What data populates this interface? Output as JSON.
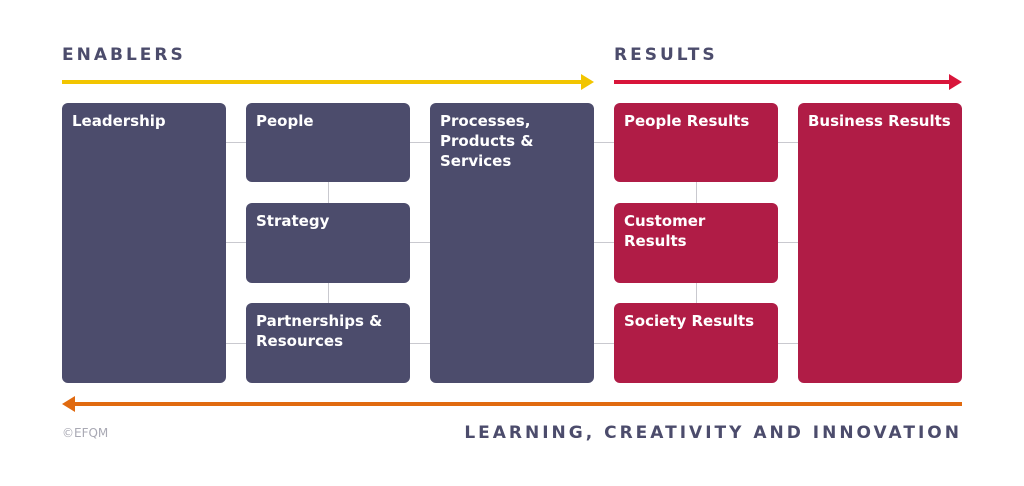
{
  "headings": {
    "enablers": "ENABLERS",
    "results": "RESULTS",
    "learning": "LEARNING, CREATIVITY AND INNOVATION"
  },
  "enablers": {
    "leadership": "Leadership",
    "people": "People",
    "strategy": "Strategy",
    "partnerships": "Partnerships &\nResources",
    "processes": "Processes,\nProducts &\nServices"
  },
  "results": {
    "people_results": "People Results",
    "customer_results": "Customer Results",
    "society_results": "Society Results",
    "business_results": "Business Results"
  },
  "copyright": "©EFQM",
  "colors": {
    "enabler_box": "#4c4c6c",
    "result_box": "#b01c46",
    "enablers_arrow": "#f2c500",
    "results_arrow": "#d8153a",
    "learning_arrow": "#e06a10"
  }
}
